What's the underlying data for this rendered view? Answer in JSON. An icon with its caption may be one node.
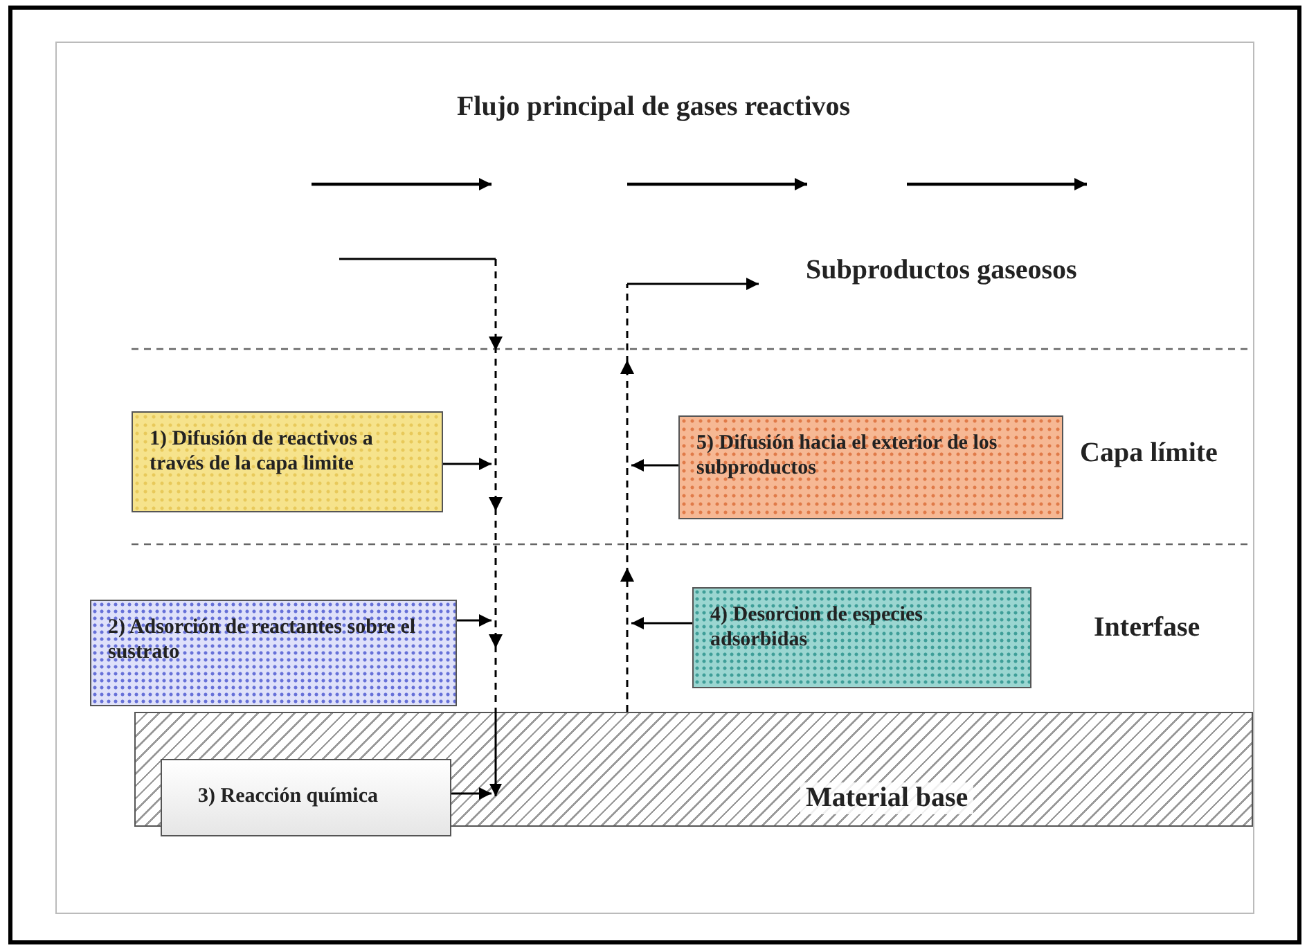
{
  "diagram": {
    "title": "Flujo principal de gases reactivos",
    "nodes": [
      {
        "text": [
          "Subproductos gaseosos"
        ]
      },
      {
        "text": [
          "1) Difusión de reactivos a través de la capa limite"
        ]
      },
      {
        "text": [
          "5) Difusión hacia el exterior de los subproductos"
        ]
      },
      {
        "text": [
          "2) Adsorción de reactantes sobre el sustrato"
        ]
      },
      {
        "text": [
          "4) Desorcion de especies adsorbidas"
        ]
      },
      {
        "text": [
          "Material base"
        ]
      },
      {
        "text": [
          "3) Reacción química"
        ],
        "in": 5
      }
    ],
    "edges": [
      {
        "from": null,
        "to": 5,
        "arrow": "to",
        "style": "dashed"
      },
      {
        "from": 5,
        "to": 0,
        "arrow": "to",
        "style": "dashed"
      },
      {
        "from": 1,
        "to": null,
        "arrow": "to"
      },
      {
        "from": 2,
        "to": null,
        "arrow": "to"
      },
      {
        "from": 3,
        "to": null,
        "arrow": "to"
      },
      {
        "from": 4,
        "to": null,
        "arrow": "to"
      },
      {
        "from": 6,
        "to": null,
        "arrow": "to"
      }
    ],
    "labels": [
      "Capa límite",
      "Interfase"
    ]
  }
}
